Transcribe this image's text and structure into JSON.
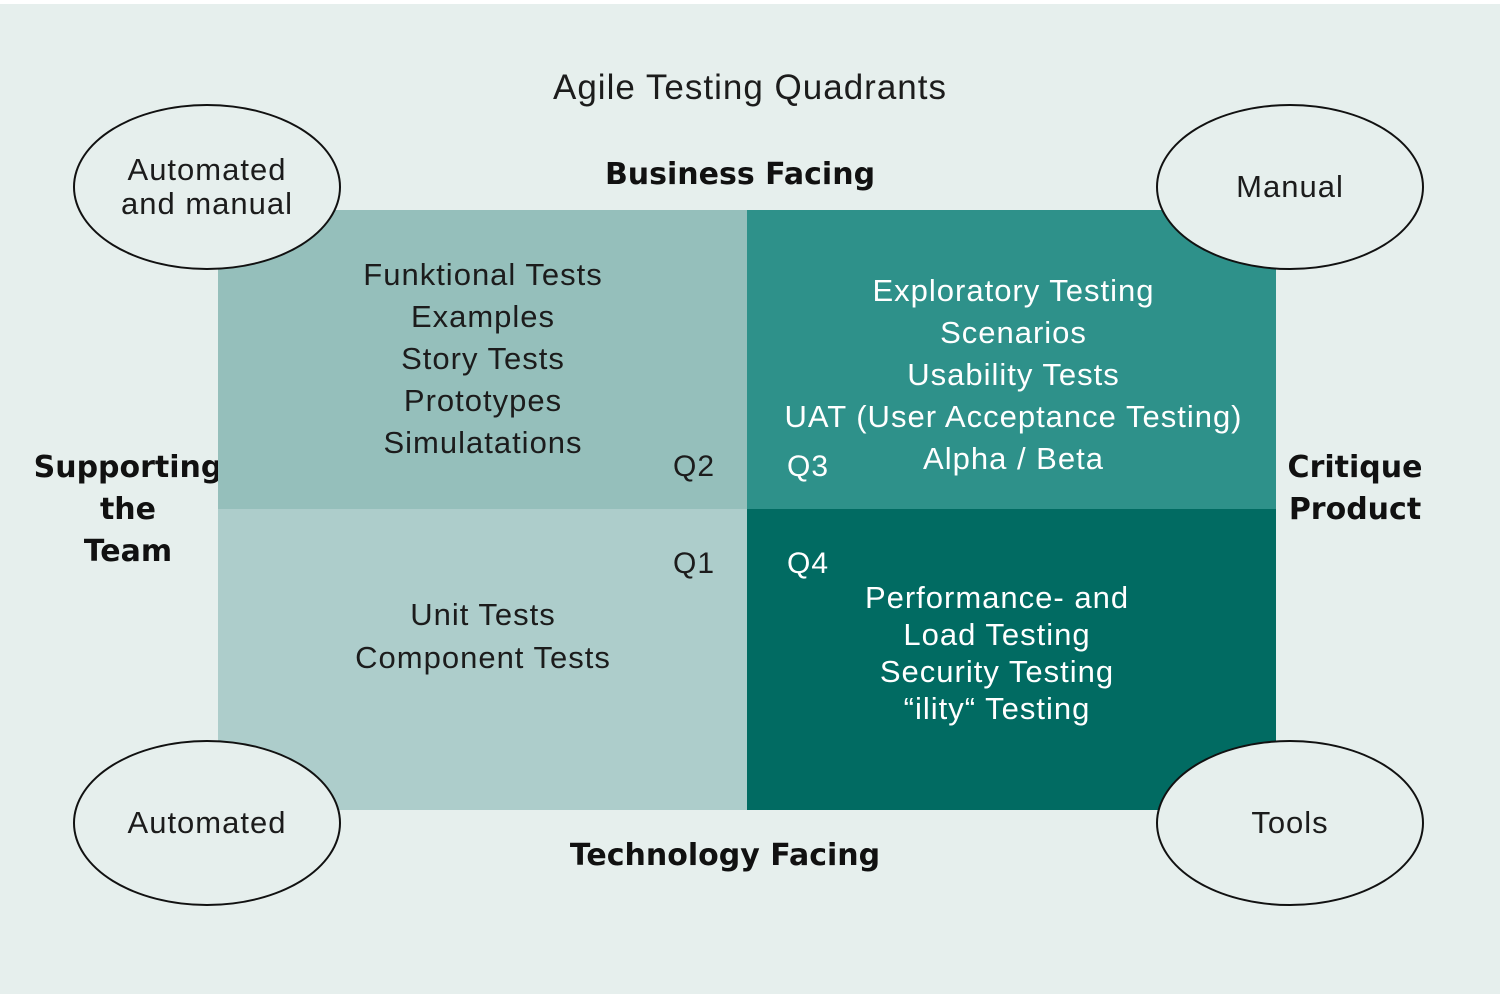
{
  "title": "Agile Testing Quadrants",
  "axes": {
    "top": "Business Facing",
    "bottom": "Technology Facing",
    "left": [
      "Supporting",
      "the",
      "Team"
    ],
    "right": [
      "Critique",
      "Product"
    ]
  },
  "quadrants": {
    "q2": {
      "label": "Q2",
      "items": [
        "Funktional Tests",
        "Examples",
        "Story Tests",
        "Prototypes",
        "Simulatations"
      ]
    },
    "q3": {
      "label": "Q3",
      "items": [
        "Exploratory Testing",
        "Scenarios",
        "Usability Tests",
        "UAT (User Acceptance Testing)",
        "Alpha / Beta"
      ]
    },
    "q1": {
      "label": "Q1",
      "items": [
        "Unit Tests",
        "Component Tests"
      ]
    },
    "q4": {
      "label": "Q4",
      "items": [
        "Performance- and",
        "Load Testing",
        "Security Testing",
        "“ility“ Testing"
      ]
    }
  },
  "corners": {
    "top_left": "Automated\nand manual",
    "top_right": "Manual",
    "bottom_left": "Automated",
    "bottom_right": "Tools"
  },
  "colors": {
    "background": "#e6efed",
    "q1": "#adcdcb",
    "q2": "#95bfbb",
    "q3": "#2e918a",
    "q4": "#016b62"
  }
}
